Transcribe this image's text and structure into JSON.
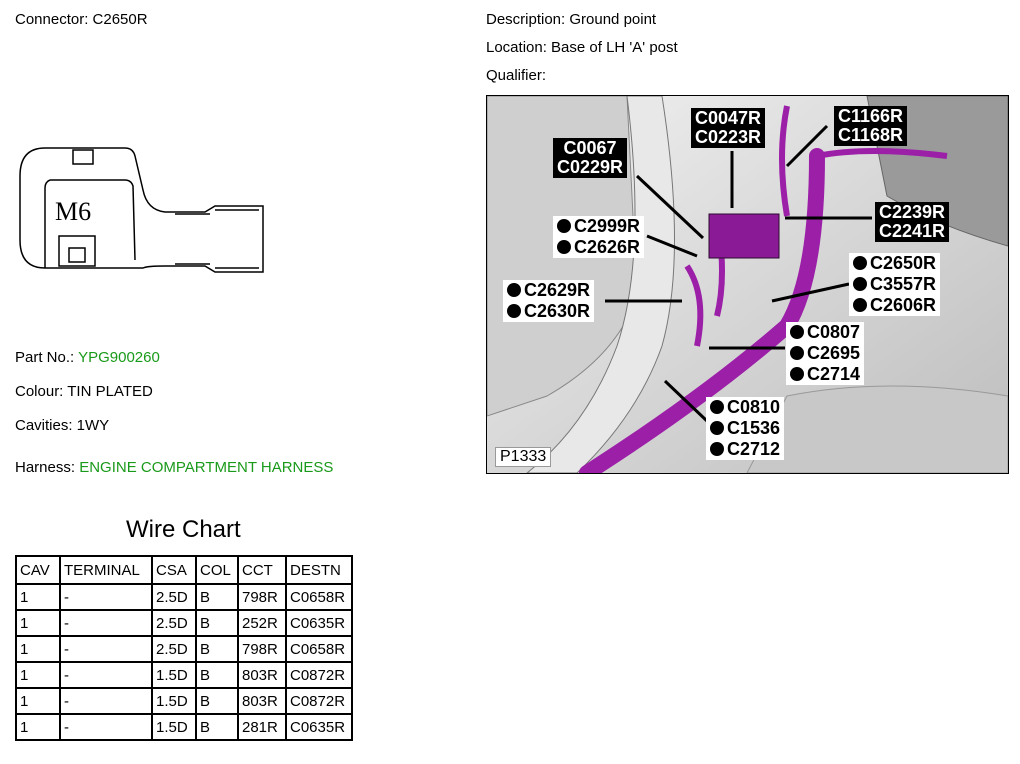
{
  "header": {
    "connector": "Connector: C2650R",
    "description": "Description: Ground point",
    "location": "Location: Base of LH 'A' post",
    "qualifier": "Qualifier:"
  },
  "connector_drawing": {
    "label": "M6"
  },
  "details": {
    "part_no_label": "Part No.:",
    "part_no_value": "YPG900260",
    "colour": "Colour: TIN PLATED",
    "cavities": "Cavities: 1WY",
    "harness_label": "Harness:",
    "harness_value": "ENGINE COMPARTMENT HARNESS"
  },
  "wire_chart": {
    "title": "Wire Chart",
    "headers": [
      "CAV",
      "TERMINAL",
      "CSA",
      "COL",
      "CCT",
      "DESTN"
    ],
    "rows": [
      [
        "1",
        "-",
        "2.5D",
        "B",
        "798R",
        "C0658R"
      ],
      [
        "1",
        "-",
        "2.5D",
        "B",
        "252R",
        "C0635R"
      ],
      [
        "1",
        "-",
        "2.5D",
        "B",
        "798R",
        "C0658R"
      ],
      [
        "1",
        "-",
        "1.5D",
        "B",
        "803R",
        "C0872R"
      ],
      [
        "1",
        "-",
        "1.5D",
        "B",
        "803R",
        "C0872R"
      ],
      [
        "1",
        "-",
        "1.5D",
        "B",
        "281R",
        "C0635R"
      ]
    ]
  },
  "photo": {
    "code": "P1333",
    "harness_color": "#9c1fa8",
    "labels_black": [
      [
        "C0067",
        "C0229R"
      ],
      [
        "C0047R",
        "C0223R"
      ],
      [
        "C1166R",
        "C1168R"
      ],
      [
        "C2239R",
        "C2241R"
      ]
    ],
    "labels_white": [
      [
        "C2999R",
        "C2626R"
      ],
      [
        "C2629R",
        "C2630R"
      ],
      [
        "C2650R",
        "C3557R",
        "C2606R"
      ],
      [
        "C0807",
        "C2695",
        "C2714"
      ],
      [
        "C0810",
        "C1536",
        "C2712"
      ]
    ]
  }
}
